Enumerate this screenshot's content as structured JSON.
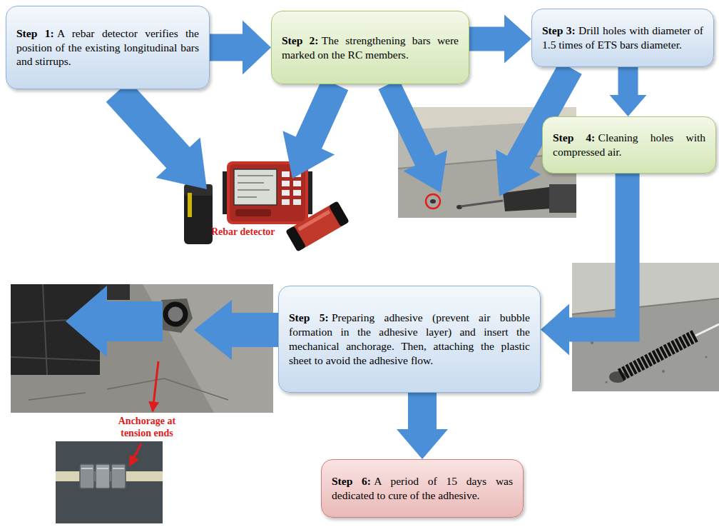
{
  "diagram": {
    "nodes": [
      {
        "text": [
          "Step 1:",
          "A rebar detector verifies the position of the existing longitudinal bars and stirrups."
        ]
      },
      {
        "text": [
          "Step 2:",
          "The strengthening bars were marked on the RC members."
        ]
      },
      {
        "text": [
          "Step 3:",
          "Drill holes with diameter of 1.5 times of ETS bars diameter."
        ]
      },
      {
        "text": [
          "Step 4:",
          "Cleaning holes with compressed air."
        ]
      },
      {
        "text": [
          "Step 5:",
          "Preparing adhesive (prevent air bubble formation in the adhesive layer) and insert the mechanical anchorage. Then, attaching the plastic sheet to avoid the adhesive flow."
        ]
      },
      {
        "text": [
          "Step 6:",
          "A period of 15 days was dedicated to cure of the adhesive."
        ]
      }
    ],
    "edges": [
      {
        "from": 0,
        "to": 1,
        "arrow": "to"
      },
      {
        "from": 1,
        "to": 2,
        "arrow": "to"
      },
      {
        "from": 2,
        "to": 3,
        "arrow": "to"
      },
      {
        "from": 3,
        "to": 4,
        "arrow": "to"
      },
      {
        "from": 4,
        "to": 5,
        "arrow": "to"
      }
    ],
    "labels": [
      "Rebar detector",
      "Anchorage at tension ends"
    ]
  }
}
